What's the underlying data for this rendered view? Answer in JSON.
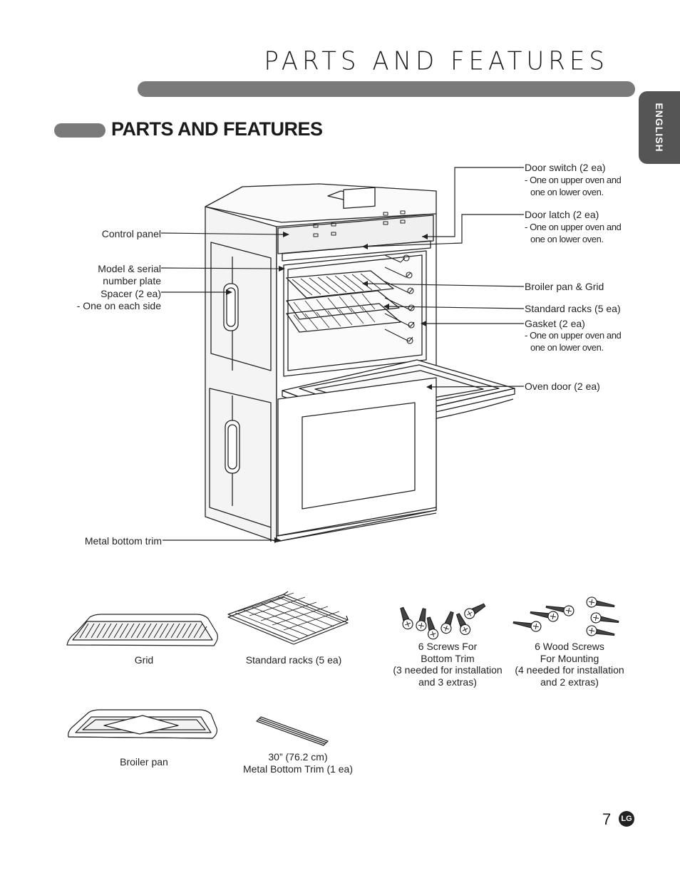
{
  "header": {
    "title": "PARTS AND FEATURES",
    "language_tab": "ENGLISH"
  },
  "section": {
    "title": "PARTS AND FEATURES"
  },
  "labels": {
    "door_switch": "Door switch (2 ea)",
    "door_switch_note_1": "- One on upper oven and",
    "door_switch_note_2": "one on lower oven.",
    "door_latch": "Door latch (2 ea)",
    "door_latch_note_1": "- One on upper oven and",
    "door_latch_note_2": "one on lower oven.",
    "control_panel": "Control panel",
    "model_plate_1": "Model & serial",
    "model_plate_2": "number plate",
    "spacer": "Spacer (2 ea)",
    "spacer_note": "- One on each side",
    "broiler_pan_grid": "Broiler pan & Grid",
    "standard_racks": "Standard racks (5 ea)",
    "gasket": "Gasket (2 ea)",
    "gasket_note_1": "- One on upper oven and",
    "gasket_note_2": "one on lower oven.",
    "oven_door": "Oven door (2 ea)",
    "metal_bottom_trim": "Metal bottom trim"
  },
  "accessories": {
    "grid": "Grid",
    "standard_racks": "Standard racks (5 ea)",
    "screws_1": "6 Screws For",
    "screws_2": "Bottom Trim",
    "screws_3": "(3 needed for installation",
    "screws_4": "and 3 extras)",
    "wood_1": "6 Wood Screws",
    "wood_2": "For Mounting",
    "wood_3": "(4 needed for installation",
    "wood_4": "and 2 extras)",
    "broiler_pan": "Broiler pan",
    "trim_1": "30” (76.2 cm)",
    "trim_2": "Metal Bottom Trim (1 ea)"
  },
  "footer": {
    "page_number": "7",
    "logo_text": "LG"
  },
  "colors": {
    "bar": "#7a7a7a",
    "tab": "#555555",
    "ink": "#222222"
  }
}
